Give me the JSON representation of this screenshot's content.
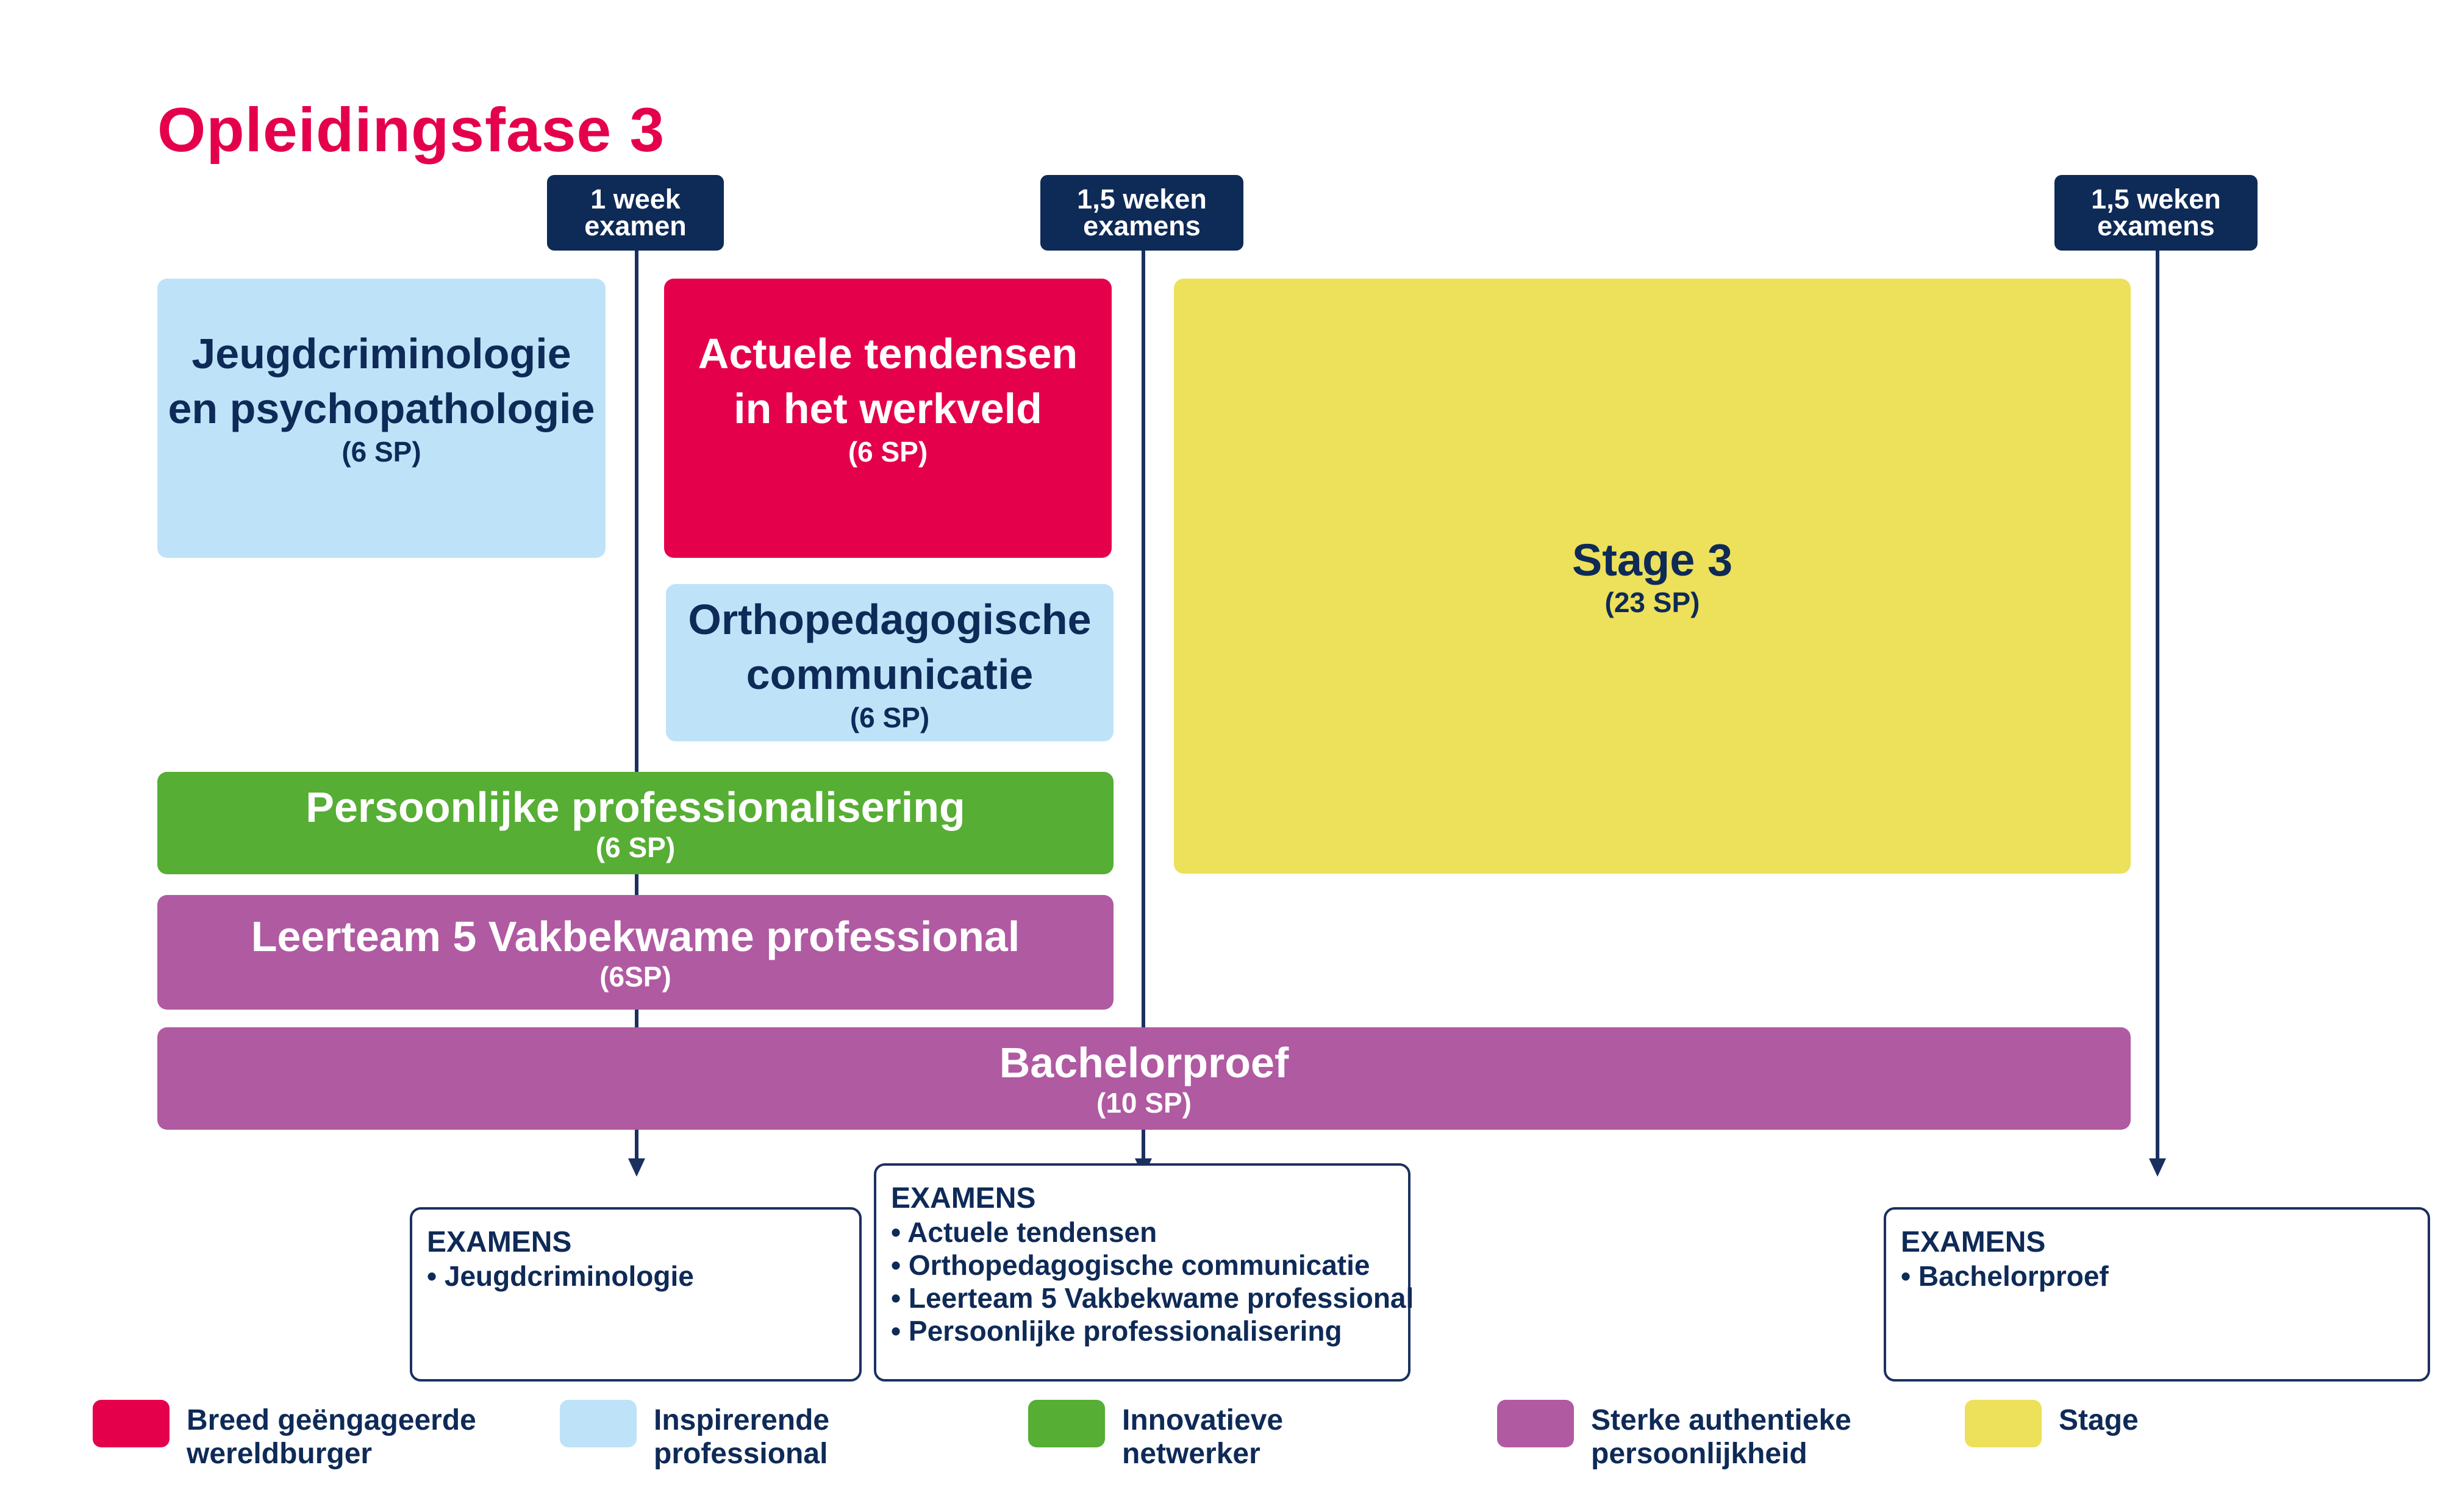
{
  "title": "Opleidingsfase 3",
  "colors": {
    "breed": "#e5004c",
    "inspirerend": "#bee3f8",
    "innovatief": "#56ae34",
    "authentiek": "#b05aa2",
    "stage": "#ede05a",
    "navy": "#0e2a57"
  },
  "exam_tags": [
    {
      "line1": "1 week",
      "line2": "examen"
    },
    {
      "line1": "1,5 weken",
      "line2": "examens"
    },
    {
      "line1": "1,5 weken",
      "line2": "examens"
    }
  ],
  "courses": {
    "jeugd": {
      "name": "Jeugdcriminologie\nen psychopathologie",
      "sp": "(6 SP)"
    },
    "actuele": {
      "name": "Actuele tendensen\nin het werkveld",
      "sp": "(6 SP)"
    },
    "ortho": {
      "name": "Orthopedagogische\ncommunicatie",
      "sp": "(6 SP)"
    },
    "stage": {
      "name": "Stage 3",
      "sp": "(23 SP)"
    },
    "persoonlijk": {
      "name": "Persoonlijke professionalisering",
      "sp": "(6 SP)"
    },
    "leerteam": {
      "name": "Leerteam 5 Vakbekwame professional",
      "sp": "(6SP)"
    },
    "bachelor": {
      "name": "Bachelorproef",
      "sp": "(10 SP)"
    }
  },
  "exam_boxes": [
    {
      "title": "EXAMENS",
      "items": [
        "• Jeugdcriminologie"
      ]
    },
    {
      "title": "EXAMENS",
      "items": [
        "• Actuele tendensen",
        "• Orthopedagogische communicatie",
        "• Leerteam 5 Vakbekwame professional",
        "• Persoonlijke professionalisering"
      ]
    },
    {
      "title": "EXAMENS",
      "items": [
        "• Bachelorproef"
      ]
    }
  ],
  "legend": [
    {
      "label": "Breed geëngageerde\nwereldburger"
    },
    {
      "label": "Inspirerende\nprofessional"
    },
    {
      "label": "Innovatieve\nnetwerker"
    },
    {
      "label": "Sterke authentieke\npersoonlijkheid"
    },
    {
      "label": "Stage"
    }
  ]
}
